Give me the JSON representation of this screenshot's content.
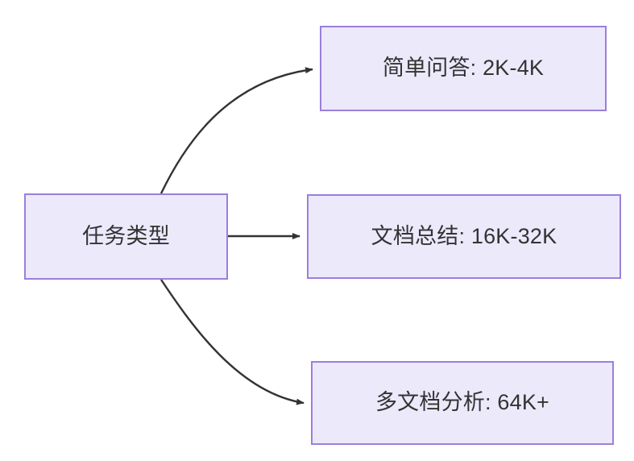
{
  "diagram": {
    "title": "",
    "background_color": "#ffffff",
    "node_fill_color": "#ECE9FB",
    "node_border_color": "#9B7FDB",
    "node_text_color": "#333333",
    "edge_color": "#333333",
    "nodes": [
      {
        "id": "source",
        "label": "任务类型"
      },
      {
        "id": "simple",
        "label": "简单问答: 2K-4K"
      },
      {
        "id": "doc",
        "label": "文档总结: 16K-32K"
      },
      {
        "id": "multidoc",
        "label": "多文档分析: 64K+"
      }
    ],
    "edges": [
      {
        "from": "任务类型",
        "to": "简单问答: 2K-4K",
        "label": "",
        "style": "curved-arrow"
      },
      {
        "from": "任务类型",
        "to": "文档总结: 16K-32K",
        "label": "",
        "style": "straight-arrow"
      },
      {
        "from": "任务类型",
        "to": "多文档分析: 64K+",
        "label": "",
        "style": "curved-arrow"
      }
    ]
  }
}
